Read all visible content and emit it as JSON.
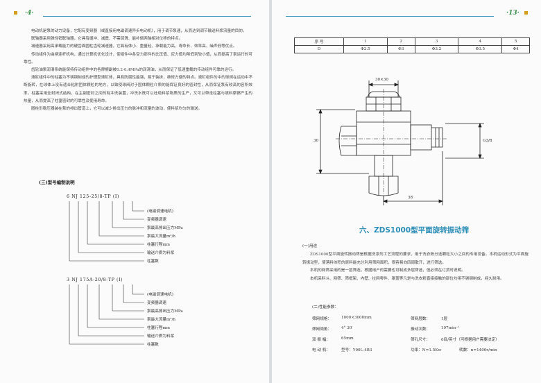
{
  "left_page": {
    "page_number": "·4·",
    "paragraphs": [
      "电动机是泵的动力设备，它配有变频器（或直接用电磁调速异步电动机），用于调节泵速，从而达到调节输送料浆流量的目的。",
      "联轴器采用弹性销联轴器，它具有缓冲、减震、不需润滑、能补偿两轴相对位移的特点。",
      "减速器采用高承载能力的硬齿面圆柱齿轮减速器，它具有体小、重量轻、承载能力高、寿命长、效率高、噪声低等优点。",
      "传动组件为曲柄连杆机构，通过计算机优化设计，使组件中各受力部件的比压值、应力值均降低到较小值，从而提高了泵运行的可靠性。",
      "齿轮油泵润滑系统能保持传动组件中的各摩擦副被0.2-0.4MPa的润滑油，从而保证了低速重载的传动组件可靠的运行。",
      "液缸组件中的柱塞为不锈钢制成的护理型液缸体，具有防腐性能强，易于装拆，维修方便的特点。液缸组件的中的球阀在运动中不断旋转，在球体上没有适合粘附团体颗粒的地方，以致使球阀对于固体颗粒介质的能保证良好的密封性，从而保证泵有较高的容积效率。柱塞采用全封闭式结构，在主副密封之间的有冲洗装置，冲洗水既可以杜绝料浆物质的生产，又可以带走柱塞与填料摩擦产生的热量，从而提高了柱塞密封的可靠性及使用寿命。",
      "圆柱形稳压器装在泵的排出管道上，它可以减少排出压力的脉冲和流量的波动，使料浆均匀的输送。"
    ],
    "model_heading": "(三)型号编制说明",
    "model_examples": [
      {
        "code": "6 NJ 125-25/8-TP (I)",
        "labels": [
          "(电磁调速电机)",
          "变频器调速",
          "泵最高排出压力MPa",
          "泵最大流量m³/h",
          "柱塞行程mm",
          "输送介质为料浆",
          "柱塞数"
        ]
      },
      {
        "code": "3 NJ 175A-20/8-TP (I)",
        "labels": [
          "(电磁调速电机)",
          "变频器调速",
          "泵最高排出压力MPa",
          "泵最大流量m³/h",
          "柱塞行程mm",
          "输送介质为料浆",
          "柱塞数"
        ]
      }
    ]
  },
  "right_page": {
    "page_number": "·13·",
    "table": {
      "header": [
        "序  号",
        "1",
        "2",
        "3",
        "4",
        "5"
      ],
      "row": [
        "D",
        "Φ2.5",
        "Φ3",
        "Φ3.2",
        "Φ3.5",
        "Φ4"
      ]
    },
    "drawing_dims": {
      "top": "30×30",
      "left": "30",
      "right": "G3/8",
      "bottom": "38"
    },
    "section_title": "六、ZDS1000型平面旋转振动筛",
    "usage_heading": "(一)用途",
    "usage_paragraphs": [
      "ZDS1000型平面旋转振动筛是根据洗涤剂工艺流程的要求，用于洗衣粉分选颗粒大小之间的专用设备。本机运动形式为平面旋转振动型，使落料体积的原料能充分利用筛网面积，很容易向四周散开，进行筛选。",
      "本机的网筛采用的是一层筛选，根据用户的需要也可制成多层筛选，但必须在订货时说明。",
      "本机采料斗、网筛、筛框架、内壁、拉网零件、罩盖等凡是与洗衣粉直接接触的部位均用不锈钢制成，经久耐用。"
    ],
    "specs_heading": "(二)性能参数：",
    "specs": [
      {
        "label": "筛网规格：",
        "value": "1000×3000mm",
        "label2": "筛网层数：",
        "value2": "1层"
      },
      {
        "label": "筛网倾角：",
        "value": "4° 30′",
        "label2": "振动次数：",
        "value2": "197min⁻¹"
      },
      {
        "label": "双  振  幅：",
        "value": "65mm",
        "label2": "筛孔尺寸：",
        "value2": "6目/英寸（可根据用户需要决定）"
      },
      {
        "label": "电 动 机：",
        "value": "型号：Y90L-4B3",
        "label2": "功率：N=1.5Kw",
        "value2": "转数：n=1400r/min"
      }
    ]
  },
  "colors": {
    "accent_blue": "#2d8fb7",
    "page_number_green": "#3a8f4a",
    "marker_gold": "#d2a020"
  }
}
